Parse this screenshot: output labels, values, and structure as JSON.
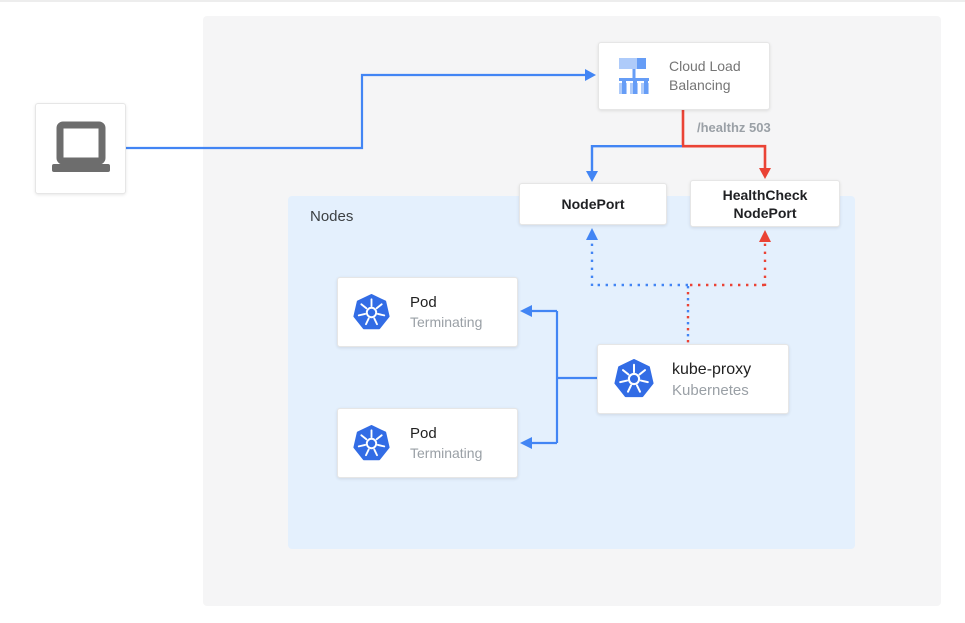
{
  "colors": {
    "accent_blue": "#4285f4",
    "accent_red": "#ea4335",
    "panel_background": "#f5f5f6",
    "nodes_background": "#e4f0fd",
    "kubernetes_blue": "#326ce5"
  },
  "diagram": {
    "client": {
      "icon": "laptop-icon"
    },
    "cloud_load_balancing": {
      "label": "Cloud Load Balancing",
      "icon": "cloud-load-balancing-icon"
    },
    "health_check_path": "/healthz 503",
    "nodeport": {
      "label": "NodePort"
    },
    "healthcheck_nodeport": {
      "label": "HealthCheck NodePort"
    },
    "nodes_group": {
      "label": "Nodes"
    },
    "pods": [
      {
        "title": "Pod",
        "subtitle": "Terminating",
        "icon": "kubernetes-icon"
      },
      {
        "title": "Pod",
        "subtitle": "Terminating",
        "icon": "kubernetes-icon"
      }
    ],
    "kube_proxy": {
      "title": "kube-proxy",
      "subtitle": "Kubernetes",
      "icon": "kubernetes-icon"
    }
  }
}
